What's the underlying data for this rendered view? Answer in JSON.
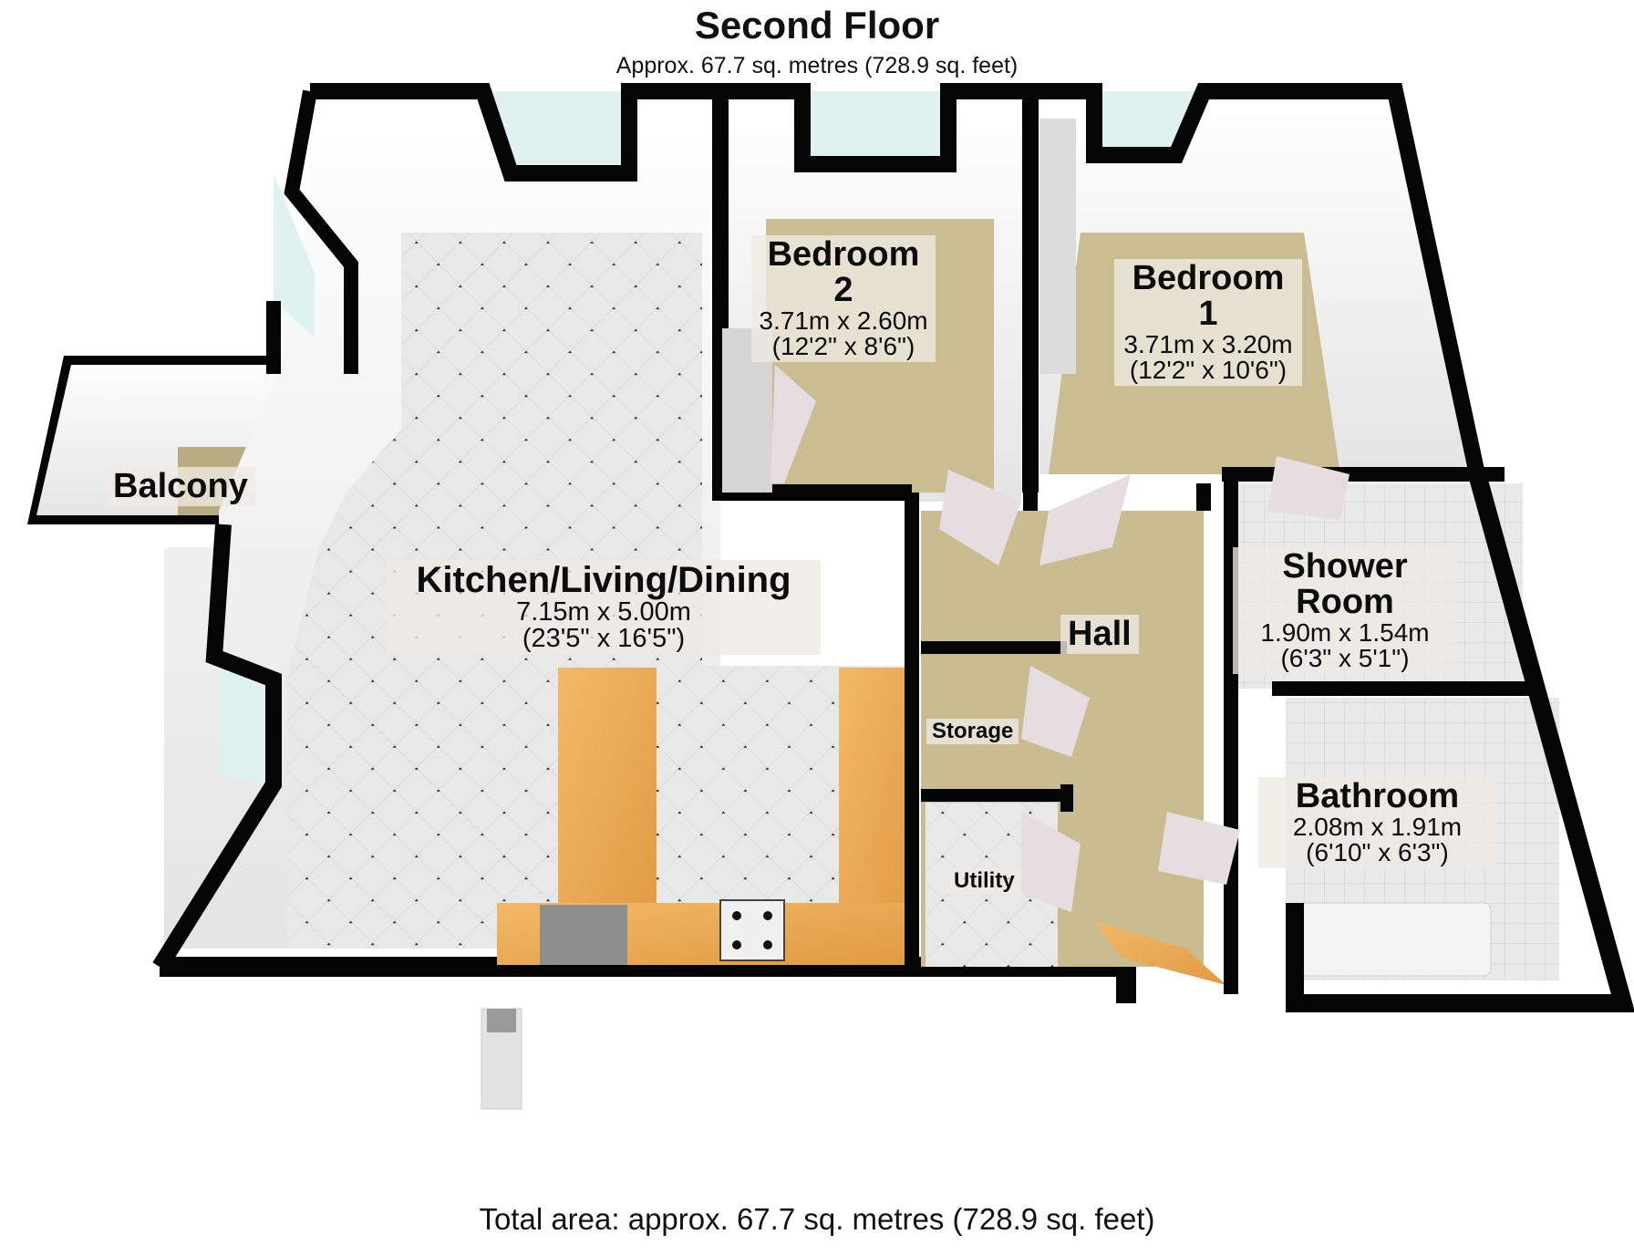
{
  "header": {
    "title": "Second Floor",
    "subtitle": "Approx. 67.7 sq. metres (728.9 sq. feet)"
  },
  "footer": {
    "total_area": "Total area: approx. 67.7 sq. metres (728.9 sq. feet)"
  },
  "rooms": [
    {
      "name": "Kitchen/Living/Dining",
      "metric": "7.15m x 5.00m",
      "imperial": "(23'5\" x 16'5\")"
    },
    {
      "name": "Bedroom 2",
      "metric": "3.71m x 2.60m",
      "imperial": "(12'2\" x 8'6\")"
    },
    {
      "name": "Bedroom 1",
      "metric": "3.71m x 3.20m",
      "imperial": "(12'2\" x 10'6\")"
    },
    {
      "name": "Shower Room",
      "metric": "1.90m x 1.54m",
      "imperial": "(6'3\" x 5'1\")"
    },
    {
      "name": "Bathroom",
      "metric": "2.08m x 1.91m",
      "imperial": "(6'10\" x 6'3\")"
    },
    {
      "name": "Hall"
    },
    {
      "name": "Storage"
    },
    {
      "name": "Utility"
    },
    {
      "name": "Balcony"
    }
  ],
  "colors": {
    "wall": "#050505",
    "wall_face": "#f2f2f2",
    "tile_floor": "#e6e6e6",
    "carpet": "#cbbd92",
    "worktop": "#e9a952",
    "door": "#e6dde0",
    "glass": "#dff2f0"
  }
}
